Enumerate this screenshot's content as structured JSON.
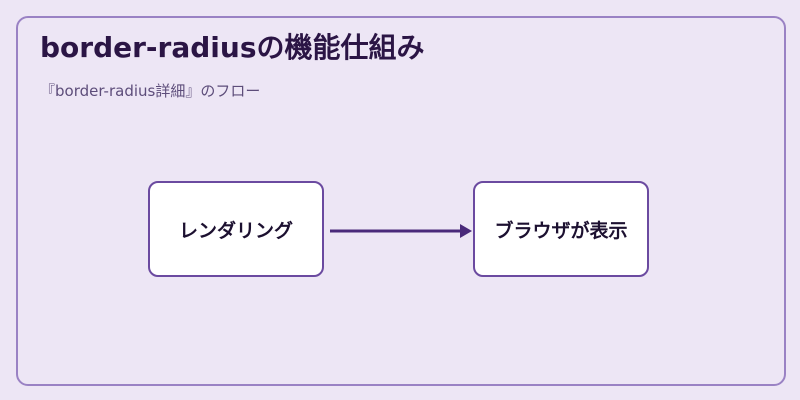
{
  "diagram": {
    "title": "border-radiusの機能仕組み",
    "subtitle": "『border-radius詳細』のフロー",
    "nodes": [
      {
        "label": "レンダリング"
      },
      {
        "label": "ブラウザが表示"
      }
    ],
    "edges": [
      {
        "from": "レンダリング",
        "to": "ブラウザが表示"
      }
    ]
  },
  "colors": {
    "background": "#ede6f5",
    "frame_border": "#9a82c4",
    "node_border": "#6b4aa0",
    "arrow": "#4a2a7a",
    "title": "#2b1545"
  }
}
